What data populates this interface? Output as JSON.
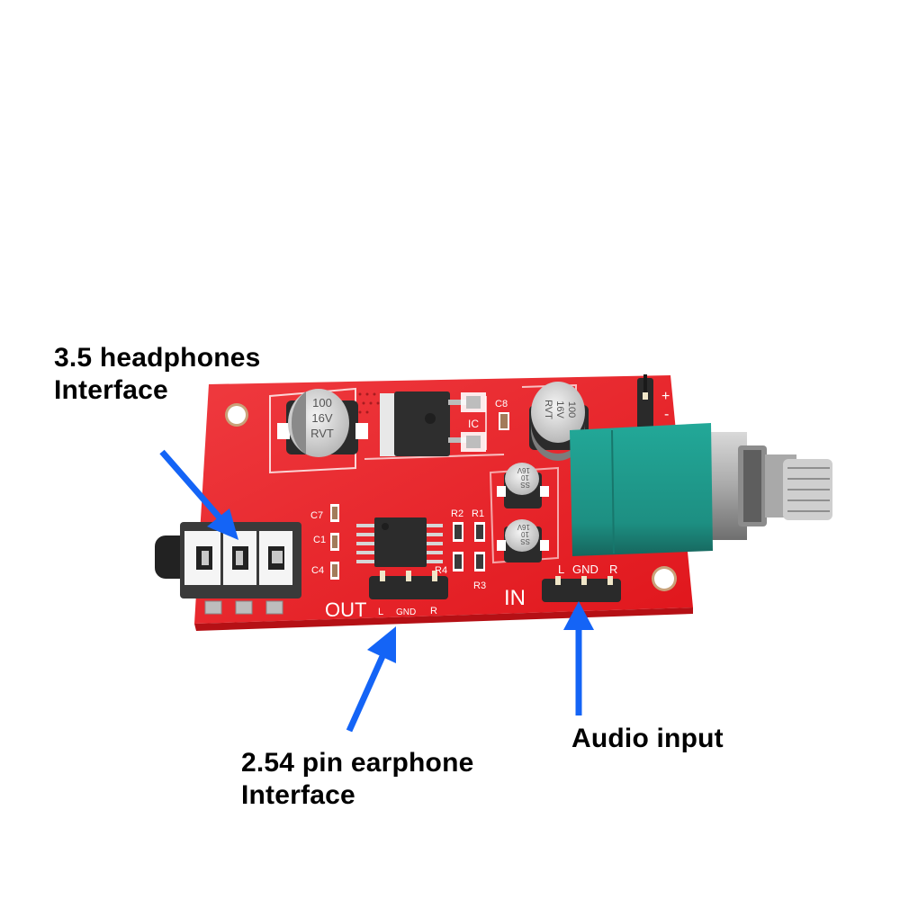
{
  "annotations": {
    "headphones": {
      "line1": "3.5 headphones",
      "line2": "Interface"
    },
    "pin_header": {
      "line1": "2.54 pin earphone",
      "line2": "Interface"
    },
    "audio_input": {
      "line1": "Audio input"
    }
  },
  "board": {
    "silkscreen": {
      "out_label": "OUT",
      "in_label": "IN",
      "out_pins": [
        "L",
        "GND",
        "R"
      ],
      "in_pins": [
        "L",
        "GND",
        "R"
      ],
      "regulator_label": "IC",
      "components": [
        "C7",
        "C1",
        "C4",
        "C8",
        "R1",
        "R2",
        "R3",
        "R4"
      ],
      "power_marks": [
        "+",
        "-"
      ]
    },
    "capacitors_large": [
      {
        "line1": "100",
        "line2": "16V",
        "line3": "RVT"
      },
      {
        "line1": "100",
        "line2": "16V",
        "line3": "RVT"
      }
    ],
    "capacitors_small": [
      {
        "line1": "SS",
        "line2": "10",
        "line3": "16V"
      },
      {
        "line1": "SS",
        "line2": "10",
        "line3": "16V"
      }
    ]
  },
  "colors": {
    "pcb_red": "#e8262b",
    "arrow_blue": "#1464f6",
    "pot_teal": "#1f9e8f",
    "background": "#ffffff"
  }
}
